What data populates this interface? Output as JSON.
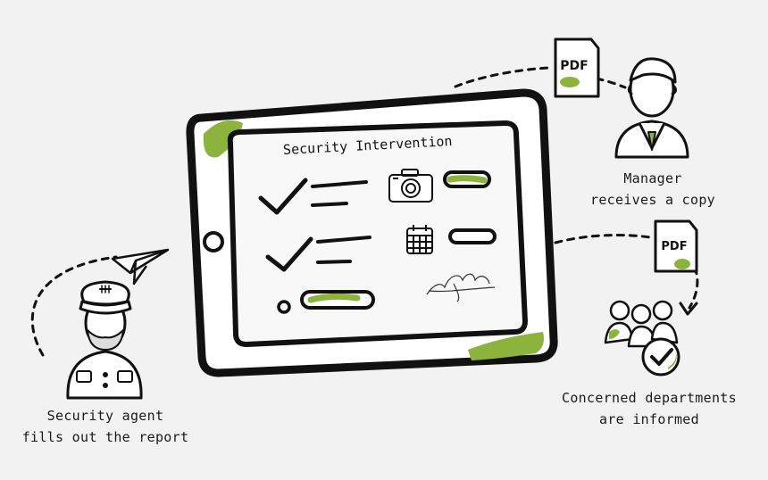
{
  "tablet": {
    "title": "Security Intervention"
  },
  "pdf_label": "PDF",
  "actors": {
    "security_agent": {
      "line1": "Security agent",
      "line2": "fills out the report"
    },
    "manager": {
      "line1": "Manager",
      "line2": "receives a copy"
    },
    "departments": {
      "line1": "Concerned departments",
      "line2": "are informed"
    }
  },
  "colors": {
    "accent": "#8cb43c",
    "ink": "#111111",
    "background": "#f2f2f2"
  },
  "icons": [
    "checkmark-icon",
    "camera-icon",
    "calendar-icon",
    "signature-icon",
    "paper-plane-icon",
    "pdf-document-icon",
    "security-guard-icon",
    "manager-icon",
    "people-group-icon",
    "approved-check-icon"
  ]
}
